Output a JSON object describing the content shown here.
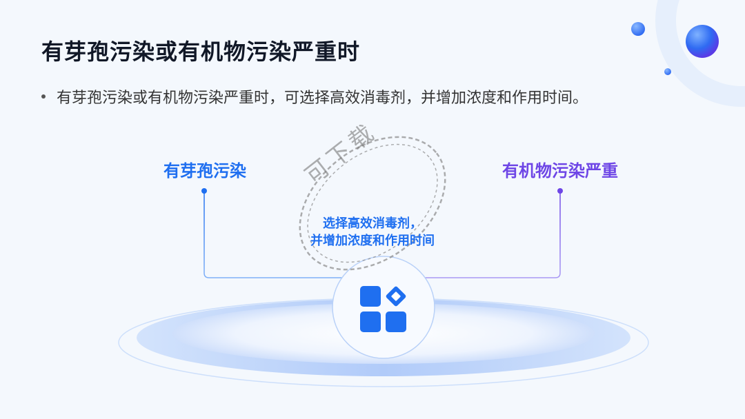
{
  "slide": {
    "title": "有芽孢污染或有机物污染严重时",
    "bullet": "有芽孢污染或有机物污染严重时，可选择高效消毒剂，并增加浓度和作用时间。",
    "diagram": {
      "left_label": "有芽孢污染",
      "right_label": "有机物污染严重",
      "center_line1": "选择高效消毒剂，",
      "center_line2": "并增加浓度和作用时间",
      "center_icon": "apps-grid-icon"
    },
    "watermark": "可下载"
  },
  "colors": {
    "blue": "#1f6ff0",
    "purple": "#6e46e6",
    "title": "#111827"
  }
}
